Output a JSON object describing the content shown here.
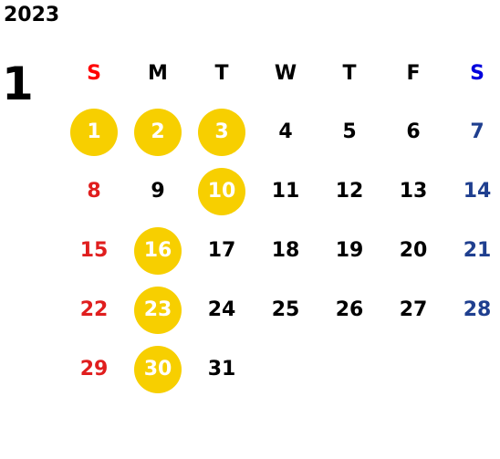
{
  "year": "2023",
  "month": "1",
  "colors": {
    "holiday_fill": "#f7cf00",
    "sunday": "#e01e1e",
    "saturday": "#1f3f8f",
    "weekday": "#000000"
  },
  "weekdays": [
    "S",
    "M",
    "T",
    "W",
    "T",
    "F",
    "S"
  ],
  "weeks": [
    [
      {
        "d": "1",
        "h": true
      },
      {
        "d": "2",
        "h": true
      },
      {
        "d": "3",
        "h": true
      },
      {
        "d": "4",
        "h": false
      },
      {
        "d": "5",
        "h": false
      },
      {
        "d": "6",
        "h": false
      },
      {
        "d": "7",
        "h": false
      }
    ],
    [
      {
        "d": "8",
        "h": false
      },
      {
        "d": "9",
        "h": false
      },
      {
        "d": "10",
        "h": true
      },
      {
        "d": "11",
        "h": false
      },
      {
        "d": "12",
        "h": false
      },
      {
        "d": "13",
        "h": false
      },
      {
        "d": "14",
        "h": false
      }
    ],
    [
      {
        "d": "15",
        "h": false
      },
      {
        "d": "16",
        "h": true
      },
      {
        "d": "17",
        "h": false
      },
      {
        "d": "18",
        "h": false
      },
      {
        "d": "19",
        "h": false
      },
      {
        "d": "20",
        "h": false
      },
      {
        "d": "21",
        "h": false
      }
    ],
    [
      {
        "d": "22",
        "h": false
      },
      {
        "d": "23",
        "h": true
      },
      {
        "d": "24",
        "h": false
      },
      {
        "d": "25",
        "h": false
      },
      {
        "d": "26",
        "h": false
      },
      {
        "d": "27",
        "h": false
      },
      {
        "d": "28",
        "h": false
      }
    ],
    [
      {
        "d": "29",
        "h": false
      },
      {
        "d": "30",
        "h": true
      },
      {
        "d": "31",
        "h": false
      },
      {
        "d": "",
        "h": false
      },
      {
        "d": "",
        "h": false
      },
      {
        "d": "",
        "h": false
      },
      {
        "d": "",
        "h": false
      }
    ]
  ]
}
